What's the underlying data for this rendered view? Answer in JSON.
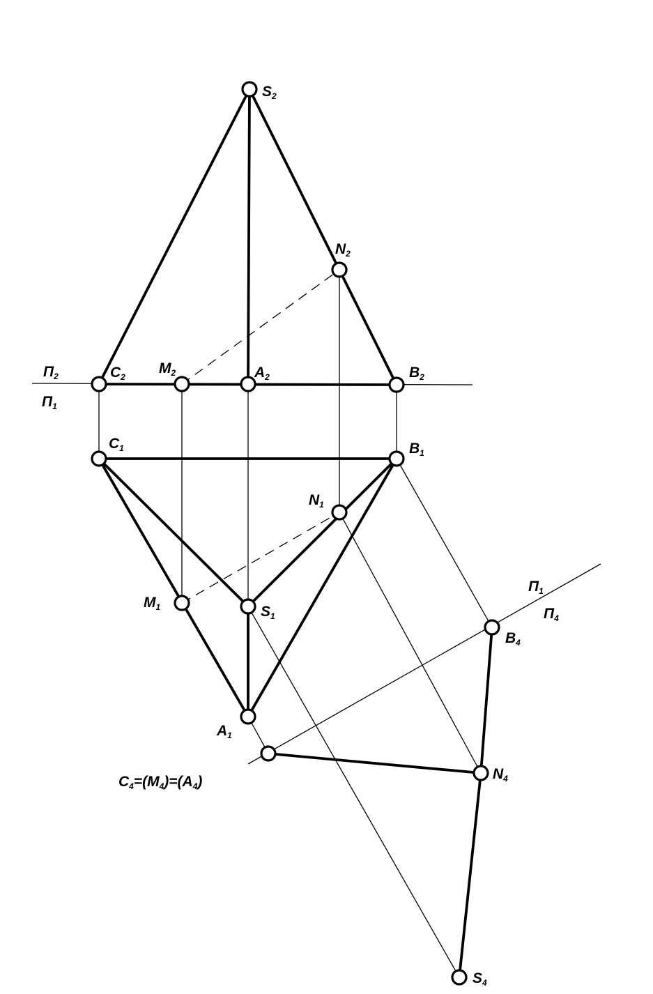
{
  "labels": {
    "S2": {
      "main": "S",
      "sub": "2"
    },
    "N2": {
      "main": "N",
      "sub": "2"
    },
    "C2": {
      "main": "C",
      "sub": "2"
    },
    "M2": {
      "main": "M",
      "sub": "2"
    },
    "A2": {
      "main": "A",
      "sub": "2"
    },
    "B2": {
      "main": "B",
      "sub": "2"
    },
    "C1": {
      "main": "C",
      "sub": "1"
    },
    "B1": {
      "main": "B",
      "sub": "1"
    },
    "N1": {
      "main": "N",
      "sub": "1"
    },
    "M1": {
      "main": "M",
      "sub": "1"
    },
    "S1": {
      "main": "S",
      "sub": "1"
    },
    "A1": {
      "main": "A",
      "sub": "1"
    },
    "B4": {
      "main": "B",
      "sub": "4"
    },
    "N4": {
      "main": "N",
      "sub": "4"
    },
    "S4": {
      "main": "S",
      "sub": "4"
    },
    "axis_p2": {
      "main": "Π",
      "sub": "2"
    },
    "axis_p1": {
      "main": "Π",
      "sub": "1"
    },
    "axis2_p1": {
      "main": "Π",
      "sub": "1"
    },
    "axis2_p4": {
      "main": "Π",
      "sub": "4"
    }
  },
  "c4_label": {
    "c": "C",
    "c_sub": "4",
    "eq1": "=(M",
    "m_sub": "4",
    "eq2": ")=(A",
    "a_sub": "4",
    "close": ")"
  }
}
